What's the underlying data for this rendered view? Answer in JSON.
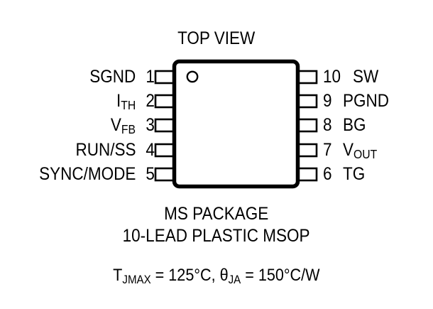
{
  "diagram": {
    "title": "TOP VIEW",
    "package_name": "MS PACKAGE",
    "package_leads": "10-LEAD PLASTIC MSOP",
    "thermal": {
      "tjmax_symbol": "T",
      "tjmax_sub": "JMAX",
      "tjmax_value": " = 125°C, ",
      "theta_symbol": "θ",
      "theta_sub": "JA",
      "theta_value": " = 150°C/W",
      "full_text": "TJMAX = 125°C, θJA = 150°C/W"
    },
    "body": {
      "pin1_indicator": "pin1-dot",
      "outline_color": "#000000",
      "fill_color": "#ffffff"
    },
    "left_pins": [
      {
        "number": "1",
        "name": "SGND",
        "sub": ""
      },
      {
        "number": "2",
        "name": "I",
        "sub": "TH"
      },
      {
        "number": "3",
        "name": "V",
        "sub": "FB"
      },
      {
        "number": "4",
        "name": "RUN/SS",
        "sub": ""
      },
      {
        "number": "5",
        "name": "SYNC/MODE",
        "sub": ""
      }
    ],
    "right_pins": [
      {
        "number": "10",
        "name": "SW",
        "sub": ""
      },
      {
        "number": "9",
        "name": "PGND",
        "sub": ""
      },
      {
        "number": "8",
        "name": "BG",
        "sub": ""
      },
      {
        "number": "7",
        "name": "V",
        "sub": "OUT"
      },
      {
        "number": "6",
        "name": "TG",
        "sub": ""
      }
    ]
  }
}
